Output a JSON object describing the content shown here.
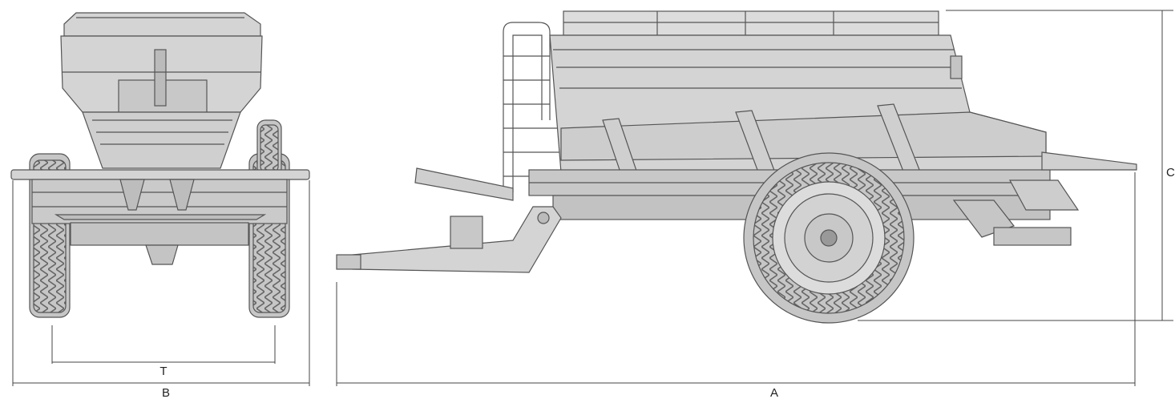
{
  "dimensions": {
    "a": {
      "label": "A"
    },
    "b": {
      "label": "B"
    },
    "c": {
      "label": "C"
    },
    "t": {
      "label": "T"
    }
  },
  "colors": {
    "line": "#555555",
    "body_fill": "#d4d4d4",
    "body_fill_dark": "#b9b9b9",
    "tire_fill": "#c6c6c6",
    "dim_line": "#444444"
  },
  "views": {
    "rear": {
      "name": "rear-view"
    },
    "side": {
      "name": "side-view"
    }
  }
}
